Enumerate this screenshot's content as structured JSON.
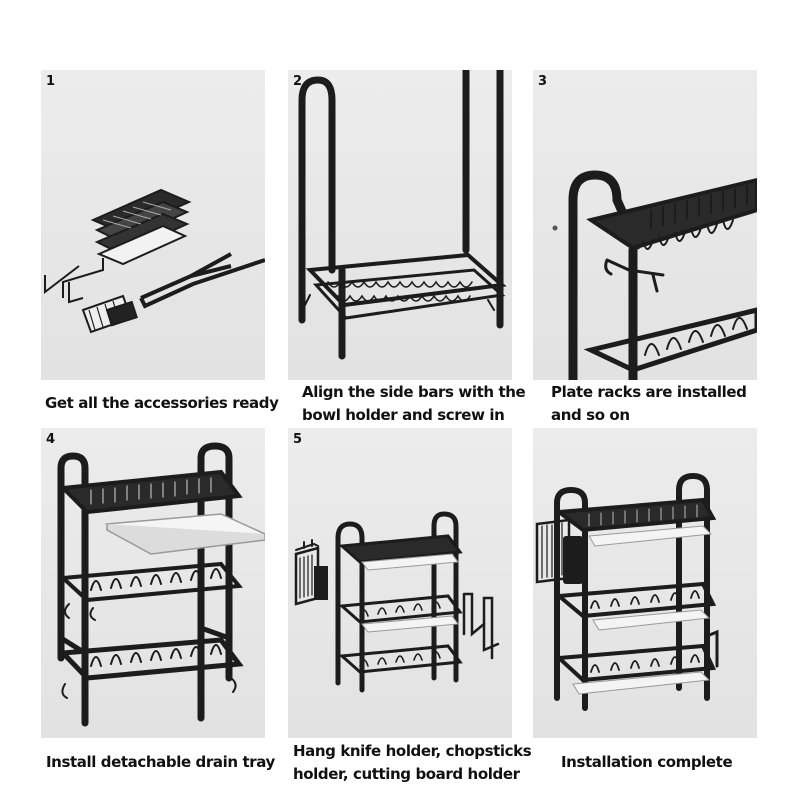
{
  "steps": [
    {
      "number": "1",
      "caption": [
        "Get all the accessories ready"
      ]
    },
    {
      "number": "2",
      "caption": [
        "Align the side bars with the",
        "bowl holder and screw in"
      ]
    },
    {
      "number": "3",
      "caption": [
        "Plate racks are installed",
        "and so on"
      ]
    },
    {
      "number": "4",
      "caption": [
        "Install detachable drain tray"
      ]
    },
    {
      "number": "5",
      "caption": [
        "Hang knife holder, chopsticks",
        "holder, cutting board holder"
      ]
    },
    {
      "number": "",
      "caption": [
        "Installation complete"
      ]
    }
  ],
  "colors": {
    "panel_bg": "#e8e8e8",
    "rack": "#1c1c1c",
    "tray": "#f4f4f4",
    "caption": "#111111"
  }
}
